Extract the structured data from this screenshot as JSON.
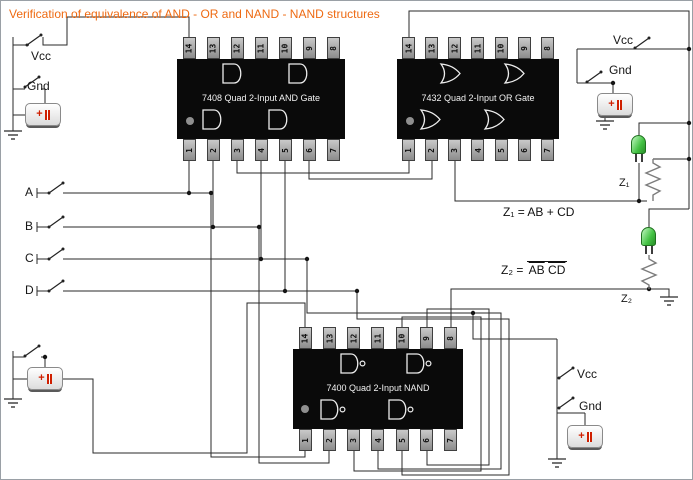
{
  "title": {
    "text": "Verification of equivalence of AND - OR and NAND - NAND structures"
  },
  "colors": {
    "title": "#ee6a12",
    "ic_body": "#0a0a0a",
    "pin": "#9c9c9c",
    "wire": "#2a2a2a",
    "led_green": "#43c243",
    "battery_mark": "#cf1f00"
  },
  "ics": {
    "ic7408": {
      "label": "7408 Quad 2-Input AND Gate",
      "top_pins": [
        "14",
        "13",
        "12",
        "11",
        "10",
        "9",
        "8"
      ],
      "bottom_pins": [
        "1",
        "2",
        "3",
        "4",
        "5",
        "6",
        "7"
      ]
    },
    "ic7432": {
      "label": "7432 Quad 2-Input OR Gate",
      "top_pins": [
        "14",
        "13",
        "12",
        "11",
        "10",
        "9",
        "8"
      ],
      "bottom_pins": [
        "1",
        "2",
        "3",
        "4",
        "5",
        "6",
        "7"
      ]
    },
    "ic7400": {
      "label": "7400 Quad 2-Input NAND",
      "top_pins": [
        "14",
        "13",
        "12",
        "11",
        "10",
        "9",
        "8"
      ],
      "bottom_pins": [
        "1",
        "2",
        "3",
        "4",
        "5",
        "6",
        "7"
      ]
    }
  },
  "power": {
    "vcc": "Vcc",
    "gnd": "Gnd"
  },
  "inputs": {
    "a": "A",
    "b": "B",
    "c": "C",
    "d": "D"
  },
  "outputs": {
    "z1": "Z₁",
    "z2": "Z₂"
  },
  "equations": {
    "z1": "Z₁ = AB + CD",
    "z2_prefix": "Z₂ = ",
    "z2_terms": {
      "t1": "AB",
      "t2": "CD"
    }
  }
}
